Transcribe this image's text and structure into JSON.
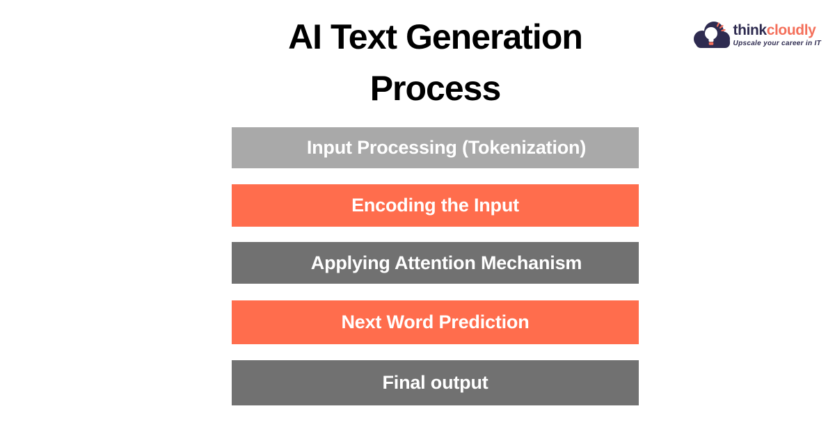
{
  "title": {
    "line1": "AI Text Generation",
    "line2": "Process"
  },
  "logo": {
    "brand_first": "think",
    "brand_second": "cloudly",
    "tagline": "Upscale your career in IT",
    "colors": {
      "navy": "#2e2b50",
      "coral": "#f4705b"
    }
  },
  "steps": [
    {
      "label": "Input Processing (Tokenization)",
      "color": "#a9a9a9",
      "text_color": "#ffffff"
    },
    {
      "label": "Encoding the Input",
      "color": "#ff6d4d",
      "text_color": "#ffffff"
    },
    {
      "label": "Applying Attention Mechanism",
      "color": "#717171",
      "text_color": "#ffffff"
    },
    {
      "label": "Next Word Prediction",
      "color": "#ff6d4d",
      "text_color": "#ffffff"
    },
    {
      "label": "Final output",
      "color": "#717171",
      "text_color": "#ffffff"
    }
  ]
}
